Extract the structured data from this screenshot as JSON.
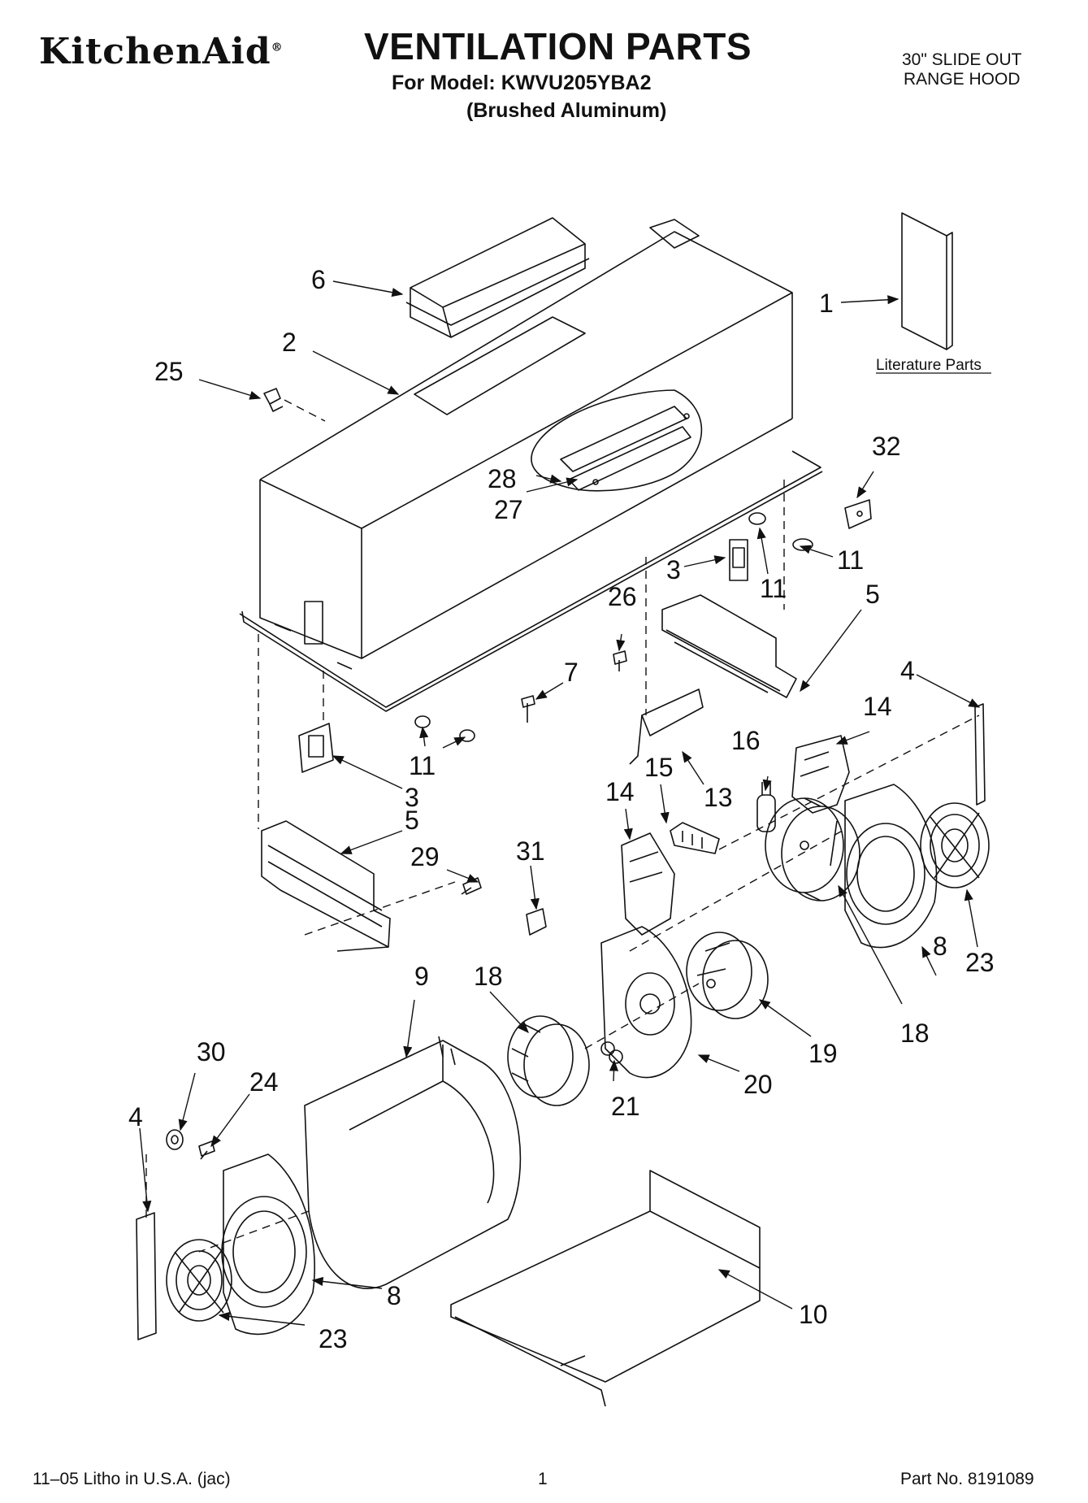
{
  "header": {
    "brand": "KitchenAid",
    "brand_mark": "®",
    "title": "VENTILATION PARTS",
    "model_line": "For Model: KWVU205YBA2",
    "finish_line": "(Brushed Aluminum)",
    "product_line1": "30\" SLIDE OUT",
    "product_line2": "RANGE HOOD"
  },
  "diagram": {
    "literature_label": "Literature Parts",
    "callouts": [
      "1",
      "2",
      "3",
      "3",
      "4",
      "4",
      "5",
      "5",
      "6",
      "7",
      "8",
      "8",
      "9",
      "10",
      "11",
      "11",
      "11",
      "13",
      "14",
      "14",
      "15",
      "16",
      "18",
      "18",
      "19",
      "20",
      "21",
      "23",
      "23",
      "24",
      "25",
      "26",
      "27",
      "28",
      "29",
      "30",
      "31",
      "32"
    ]
  },
  "footer": {
    "litho": "11–05 Litho in U.S.A. (jac)",
    "page": "1",
    "part_no": "Part No. 8191089"
  }
}
